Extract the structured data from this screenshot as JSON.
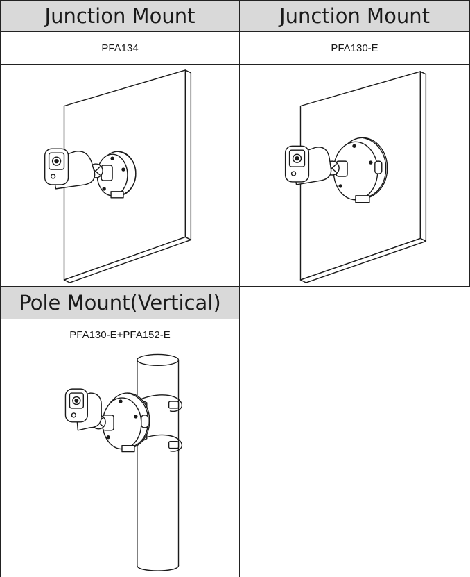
{
  "mounts": [
    {
      "title": "Junction Mount",
      "model": "PFA134"
    },
    {
      "title": "Junction Mount",
      "model": "PFA130-E"
    },
    {
      "title": "Pole Mount(Vertical)",
      "model": "PFA130-E+PFA152-E"
    }
  ]
}
